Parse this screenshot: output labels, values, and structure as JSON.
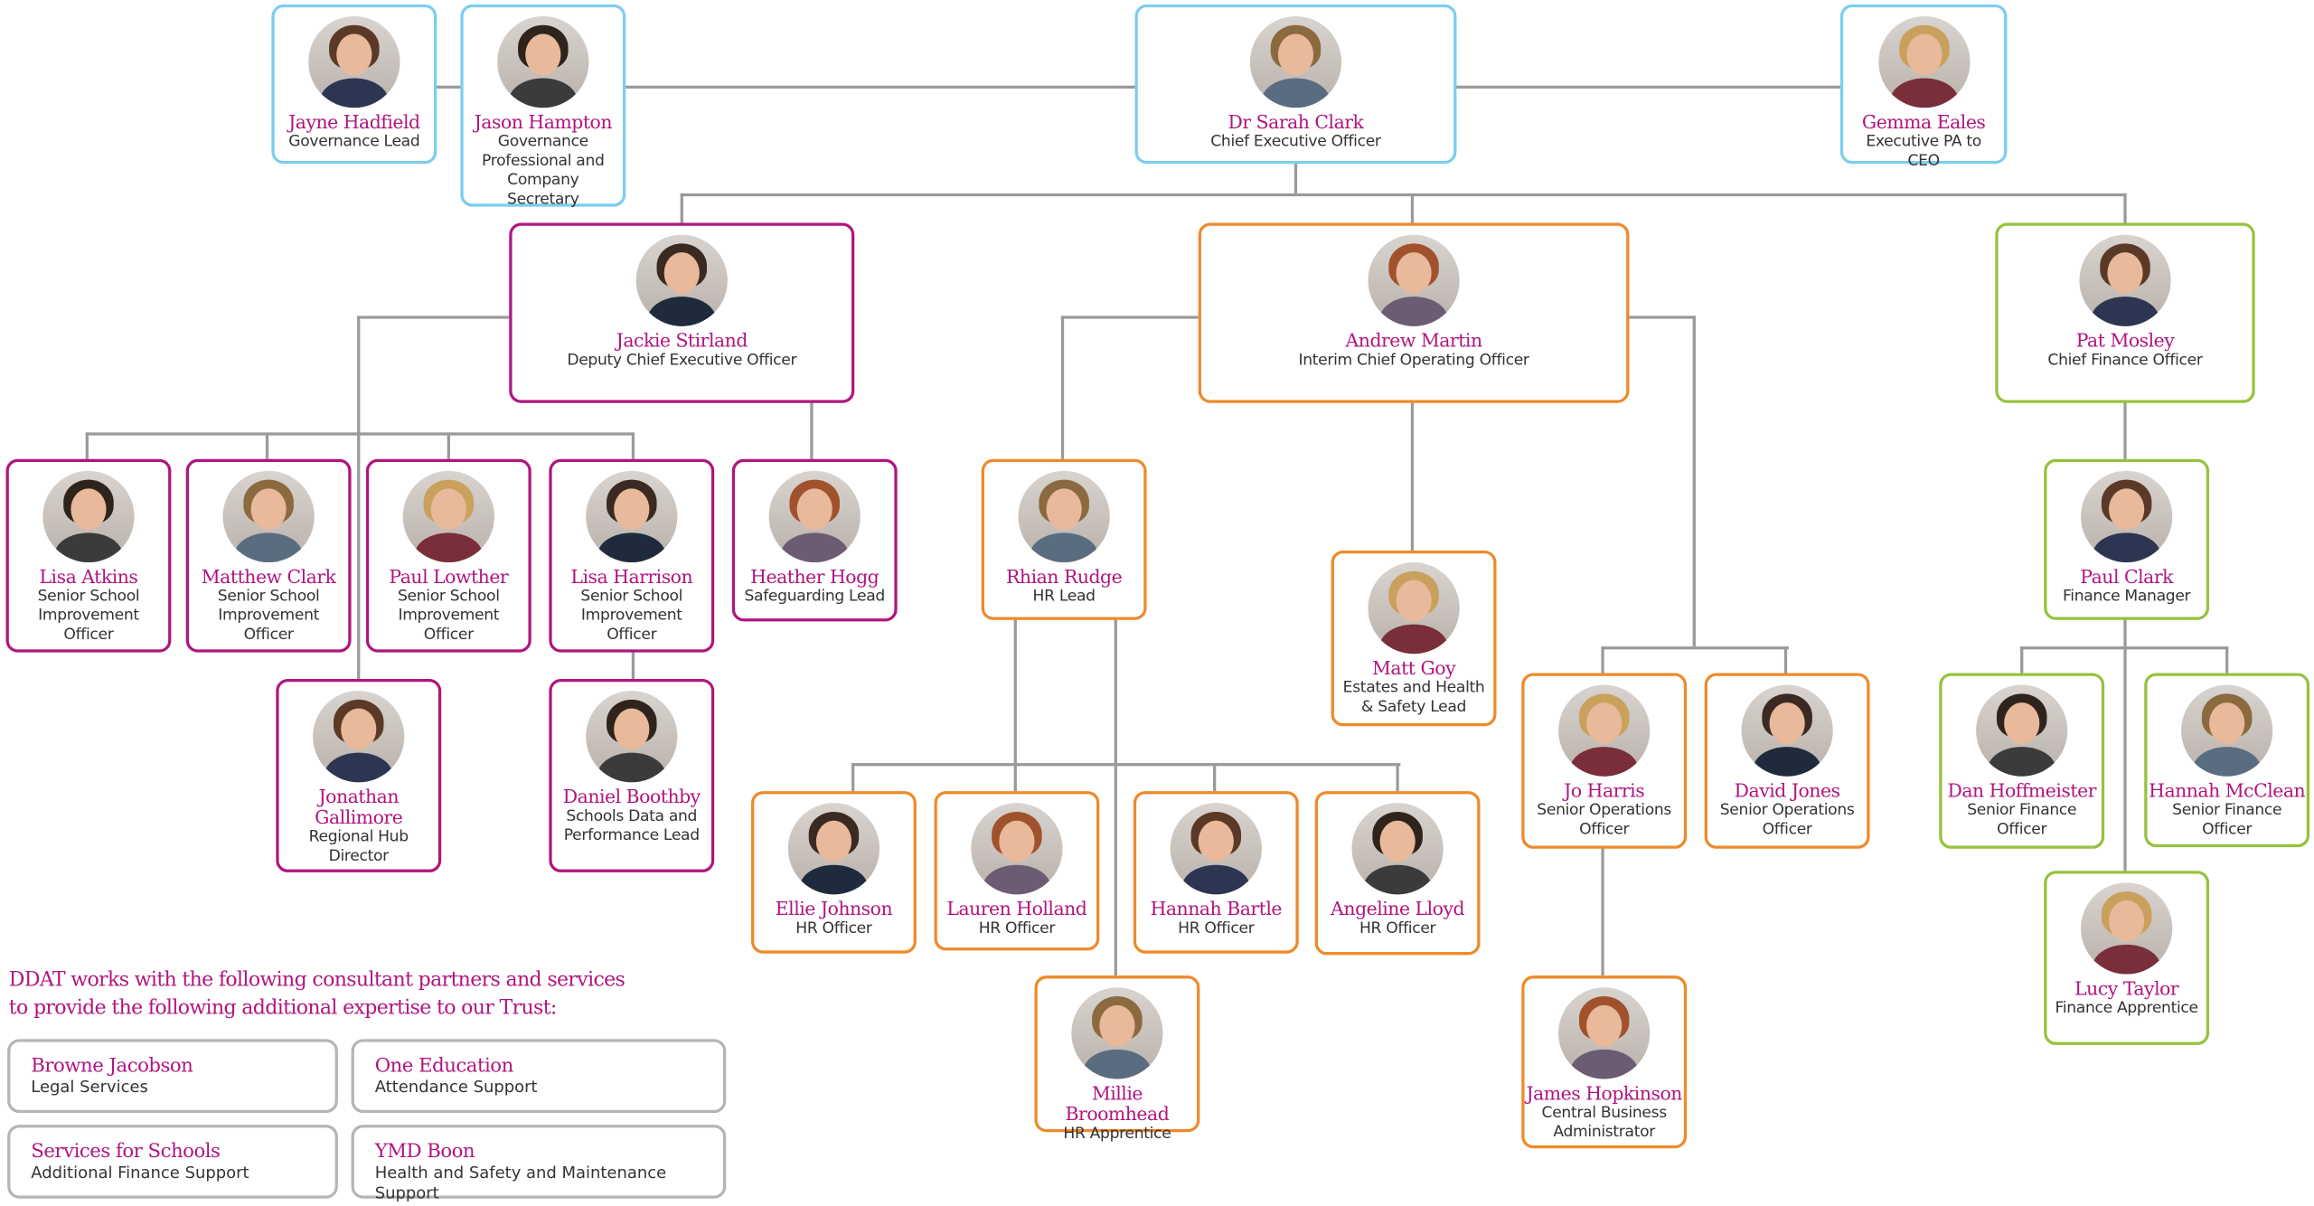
{
  "colors": {
    "blue": "#7ccdf0",
    "magenta": "#b0157f",
    "orange": "#ee8a2a",
    "green": "#95c23d",
    "line": "#9a9a9a"
  },
  "people": [
    {
      "id": "jayne",
      "name": "Jayne Hadfield",
      "role": "Governance Lead"
    },
    {
      "id": "jason",
      "name": "Jason Hampton",
      "role": "Governance Professional and Company Secretary"
    },
    {
      "id": "sarah",
      "name": "Dr Sarah Clark",
      "role": "Chief Executive Officer"
    },
    {
      "id": "gemma",
      "name": "Gemma Eales",
      "role": "Executive PA to CEO"
    },
    {
      "id": "jackie",
      "name": "Jackie Stirland",
      "role": "Deputy Chief Executive Officer"
    },
    {
      "id": "andrew",
      "name": "Andrew Martin",
      "role": "Interim Chief Operating Officer"
    },
    {
      "id": "pat",
      "name": "Pat Mosley",
      "role": "Chief Finance Officer"
    },
    {
      "id": "lisaA",
      "name": "Lisa Atkins",
      "role": "Senior School Improvement Officer"
    },
    {
      "id": "matthew",
      "name": "Matthew Clark",
      "role": "Senior School Improvement Officer"
    },
    {
      "id": "paulL",
      "name": "Paul Lowther",
      "role": "Senior School Improvement Officer"
    },
    {
      "id": "lisaH",
      "name": "Lisa Harrison",
      "role": "Senior School Improvement Officer"
    },
    {
      "id": "heather",
      "name": "Heather Hogg",
      "role": "Safeguarding Lead"
    },
    {
      "id": "jonathan",
      "name": "Jonathan Gallimore",
      "role": "Regional Hub Director"
    },
    {
      "id": "daniel",
      "name": "Daniel Boothby",
      "role": "Schools Data and Performance Lead"
    },
    {
      "id": "rhian",
      "name": "Rhian Rudge",
      "role": "HR Lead"
    },
    {
      "id": "mattG",
      "name": "Matt Goy",
      "role": "Estates and Health & Safety Lead"
    },
    {
      "id": "ellie",
      "name": "Ellie Johnson",
      "role": "HR Officer"
    },
    {
      "id": "lauren",
      "name": "Lauren Holland",
      "role": "HR Officer"
    },
    {
      "id": "hannahB",
      "name": "Hannah Bartle",
      "role": "HR Officer"
    },
    {
      "id": "angeline",
      "name": "Angeline Lloyd",
      "role": "HR Officer"
    },
    {
      "id": "millie",
      "name": "Millie Broomhead",
      "role": "HR Apprentice"
    },
    {
      "id": "jo",
      "name": "Jo Harris",
      "role": "Senior Operations Officer"
    },
    {
      "id": "david",
      "name": "David Jones",
      "role": "Senior Operations Officer"
    },
    {
      "id": "james",
      "name": "James Hopkinson",
      "role": "Central Business Administrator"
    },
    {
      "id": "paulC",
      "name": "Paul Clark",
      "role": "Finance Manager"
    },
    {
      "id": "dan",
      "name": "Dan Hoffmeister",
      "role": "Senior Finance Officer"
    },
    {
      "id": "hannahM",
      "name": "Hannah McClean",
      "role": "Senior Finance Officer"
    },
    {
      "id": "lucy",
      "name": "Lucy Taylor",
      "role": "Finance Apprentice"
    }
  ],
  "partners_intro": "DDAT works with the following consultant partners and services to provide the following additional expertise to our Trust:",
  "partners": [
    {
      "name": "Browne Jacobson",
      "service": "Legal Services"
    },
    {
      "name": "One Education",
      "service": "Attendance Support"
    },
    {
      "name": "Services for Schools",
      "service": "Additional Finance Support"
    },
    {
      "name": "YMD Boon",
      "service": "Health and Safety and Maintenance Support"
    }
  ]
}
